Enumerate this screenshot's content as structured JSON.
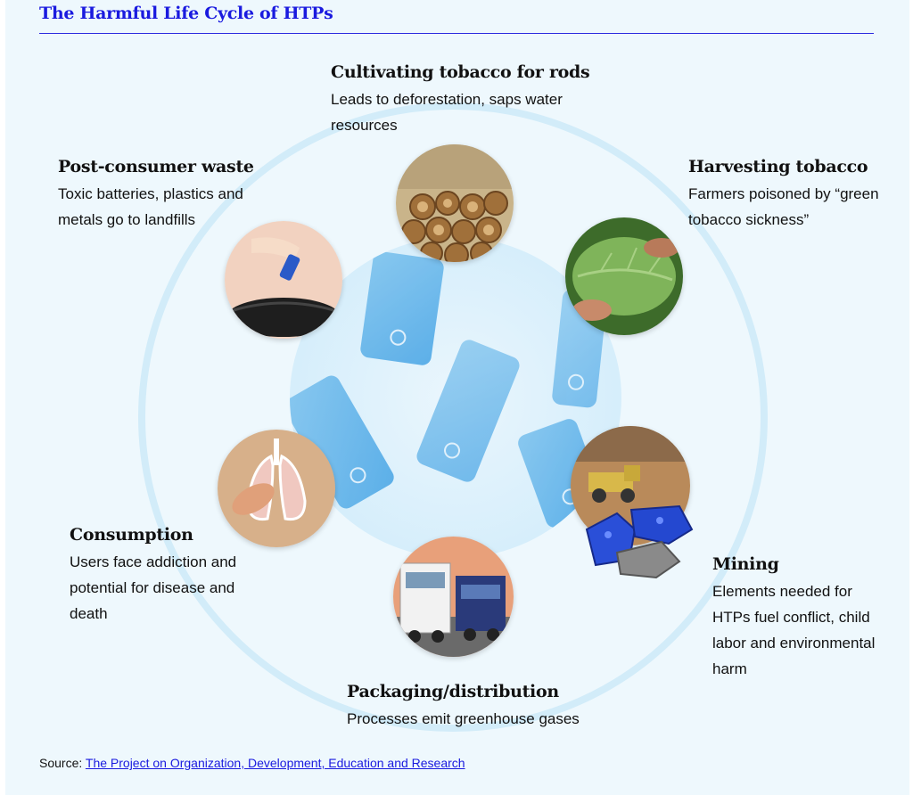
{
  "title": "The Harmful Life Cycle of HTPs",
  "stages": {
    "cultivating": {
      "heading": "Cultivating tobacco for rods",
      "description": "Leads to deforestation, saps water resources"
    },
    "harvesting": {
      "heading": "Harvesting tobacco",
      "description": "Farmers poisoned by “green tobacco sickness”"
    },
    "mining": {
      "heading": "Mining",
      "description": "Elements needed for HTPs fuel conflict, child labor and environmental harm"
    },
    "packaging": {
      "heading": "Packaging/distribution",
      "description": "Processes emit greenhouse gases"
    },
    "consumption": {
      "heading": "Consumption",
      "description": "Users face addiction and potential for disease and death"
    },
    "waste": {
      "heading": "Post-consumer waste",
      "description": "Toxic batteries, plastics and metals go to landfills"
    }
  },
  "source": {
    "label": "Source:",
    "link_text": "The Project on Organization, Development, Education and Research"
  },
  "colors": {
    "title": "#1a1adf",
    "panel_background": "#eef8fd",
    "ring": "#d2ecf9",
    "device": "#4ea8e6"
  }
}
